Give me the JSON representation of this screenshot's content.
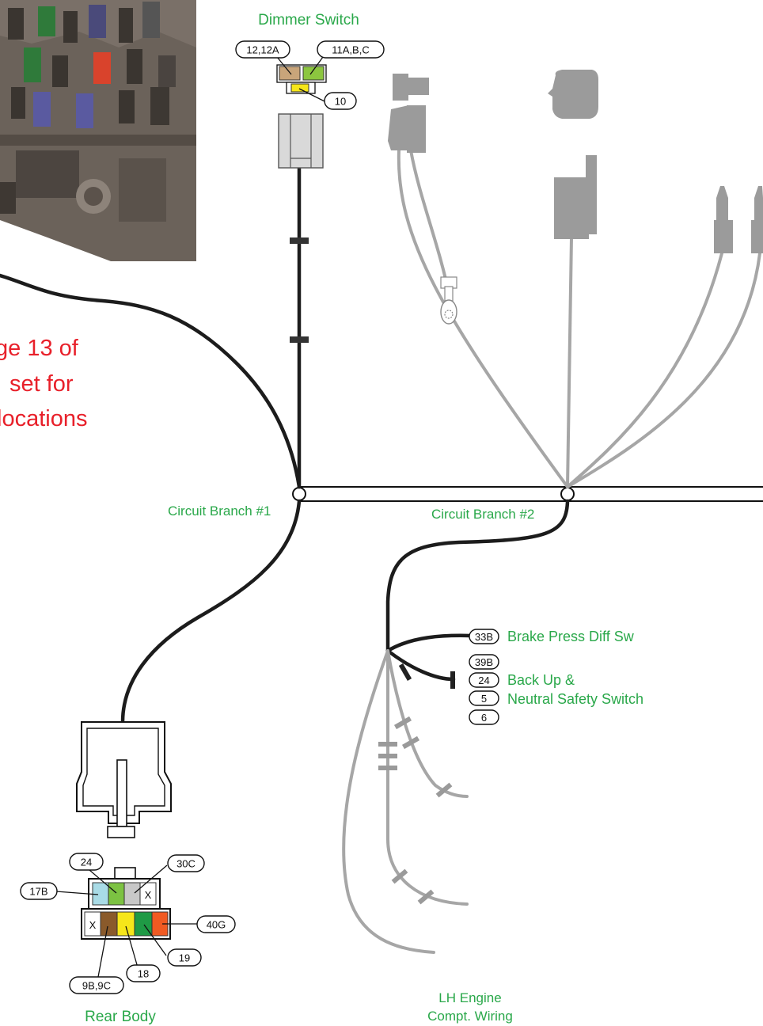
{
  "labels": {
    "dimmer_switch": "Dimmer Switch",
    "circuit_branch_1": "Circuit Branch #1",
    "circuit_branch_2": "Circuit Branch #2",
    "brake_press": "Brake Press Diff Sw",
    "backup_line1": "Back Up &",
    "backup_line2": "Neutral Safety Switch",
    "rear_body": "Rear Body",
    "lh_engine_line1": "LH Engine",
    "lh_engine_line2": "Compt. Wiring"
  },
  "note_lines": [
    "ge 13 of",
    "set for",
    "locations"
  ],
  "pins": {
    "p12_12a": "12,12A",
    "p11abc": "11A,B,C",
    "p10": "10",
    "p33b": "33B",
    "p39b": "39B",
    "p24_backup": "24",
    "p5": "5",
    "p6": "6",
    "p24_rear": "24",
    "p30c": "30C",
    "p17b": "17B",
    "p40g": "40G",
    "p19": "19",
    "p18": "18",
    "p9b9c": "9B,9C",
    "x_top": "X",
    "x_bottom": "X"
  },
  "colors": {
    "label_green": "#2aa84a",
    "note_red": "#e8202a",
    "wire_dark": "#1c1c1c",
    "wire_gray": "#a6a6a6",
    "cavity_light_blue": "#a9dbe6",
    "cavity_green": "#7cc242",
    "cavity_gray": "#c8c8c8",
    "cavity_white": "#ffffff",
    "cavity_brown": "#8a5a2b",
    "cavity_yellow": "#f6e61a",
    "cavity_dark_green": "#1f9a45",
    "cavity_orange": "#f05a22",
    "dimmer_tan": "#c9a57a",
    "dimmer_lime": "#8cc63f"
  },
  "icons": [
    "fuse-box-photo",
    "ring-terminal-icon",
    "bullet-connector-icon"
  ]
}
